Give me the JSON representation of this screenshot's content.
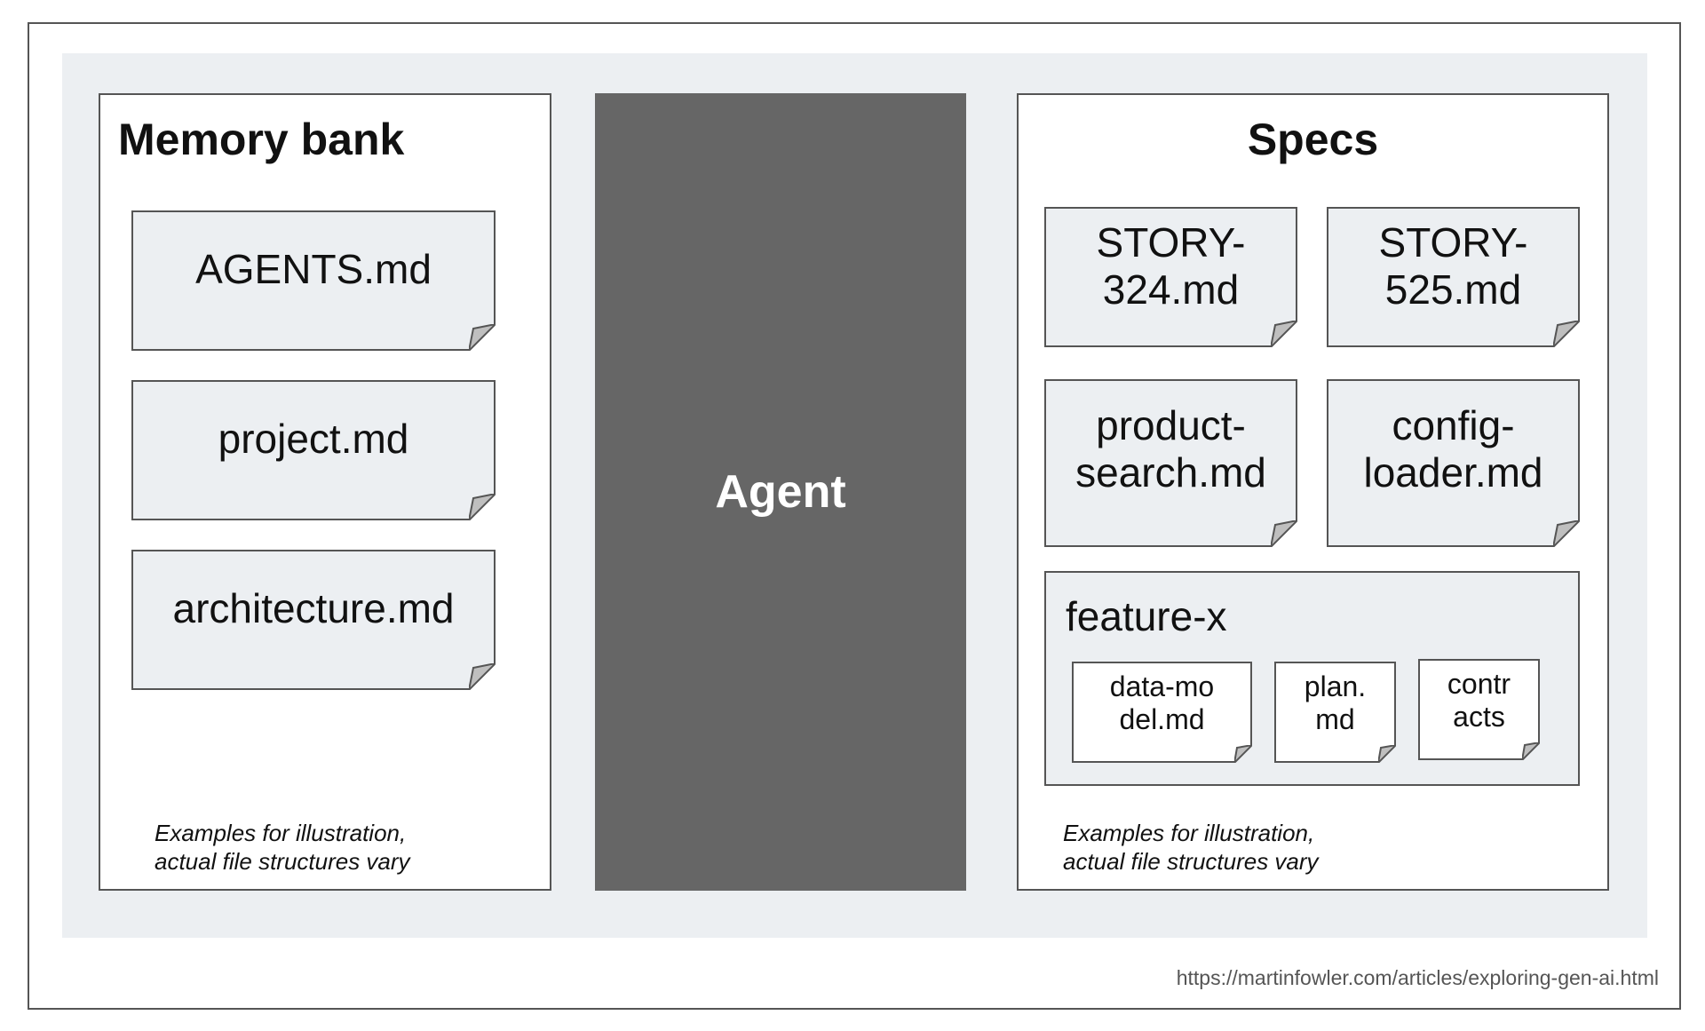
{
  "memory_bank": {
    "title": "Memory bank",
    "files": [
      "AGENTS.md",
      "project.md",
      "architecture.md"
    ],
    "note_line1": "Examples for illustration,",
    "note_line2": "actual file structures vary"
  },
  "agent": {
    "label": "Agent"
  },
  "specs": {
    "title": "Specs",
    "files": [
      [
        "STORY-",
        "324.md"
      ],
      [
        "STORY-",
        "525.md"
      ],
      [
        "product-",
        "search.md"
      ],
      [
        "config-",
        "loader.md"
      ]
    ],
    "folder": {
      "name": "feature-x",
      "files": [
        [
          "data-mo",
          "del.md"
        ],
        [
          "plan.",
          "md"
        ],
        [
          "contr",
          "acts"
        ]
      ]
    },
    "note_line1": "Examples for illustration,",
    "note_line2": "actual file structures vary"
  },
  "source_url": "https://martinfowler.com/articles/exploring-gen-ai.html",
  "colors": {
    "background": "#eceff2",
    "agent": "#666666",
    "border": "#555555"
  }
}
